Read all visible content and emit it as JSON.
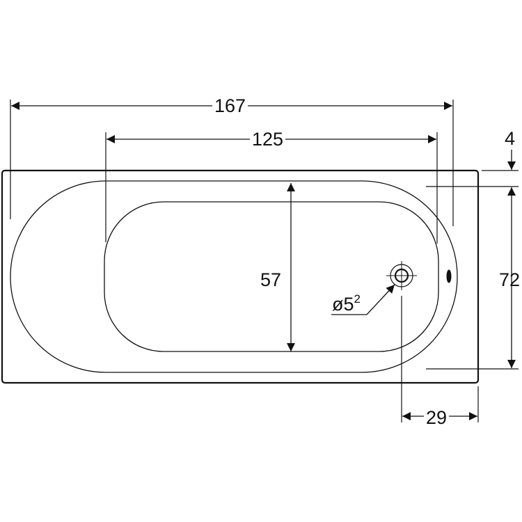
{
  "title": "Bathtub dimension drawing",
  "dimensions": {
    "overall_length": "167",
    "inner_length": "125",
    "rim_offset": "4",
    "inner_width": "57",
    "overall_width": "72",
    "drain_offset": "29",
    "drain_diameter_prefix": "ø5",
    "drain_diameter_sup": "2"
  },
  "colors": {
    "line": "#111111",
    "background": "#ffffff"
  }
}
